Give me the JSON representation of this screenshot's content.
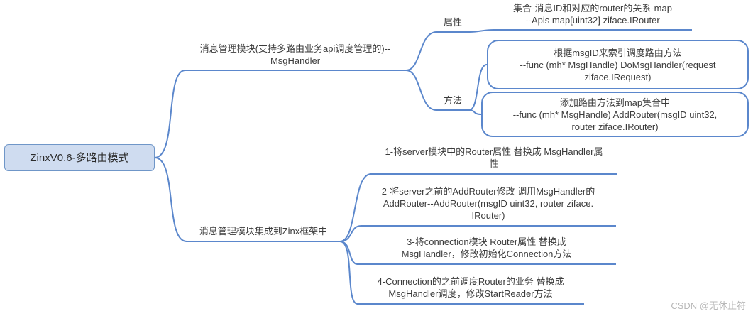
{
  "colors": {
    "line-color": "#5b87cc",
    "root-fill": "#cfdcf0",
    "root-border": "#6f96c8",
    "text-color": "#3c3c3c"
  },
  "map": {
    "root": {
      "label": "ZinxV0.6-多路由模式"
    },
    "branch_msg": {
      "lines": [
        "消息管理模块(支持多路由业务api调度管理的)--",
        "MsgHandler"
      ]
    },
    "attr": {
      "label": "属性"
    },
    "attr_child": {
      "lines": [
        "集合-消息ID和对应的router的关系-map",
        "--Apis map[uint32] ziface.IRouter"
      ]
    },
    "method": {
      "label": "方法"
    },
    "method_child1": {
      "lines": [
        "根据msgID来索引调度路由方法",
        "--func (mh* MsgHandle) DoMsgHandler(request",
        "ziface.IRequest)"
      ]
    },
    "method_child2": {
      "lines": [
        "添加路由方法到map集合中",
        "--func (mh* MsgHandle) AddRouter(msgID uint32,",
        "router ziface.IRouter)"
      ]
    },
    "branch_integrate": {
      "label": "消息管理模块集成到Zinx框架中"
    },
    "step1": {
      "lines": [
        "1-将server模块中的Router属性 替换成 MsgHandler属",
        "性"
      ]
    },
    "step2": {
      "lines": [
        "2-将server之前的AddRouter修改 调用MsgHandler的",
        "AddRouter--AddRouter(msgID uint32, router ziface.",
        "IRouter)"
      ]
    },
    "step3": {
      "lines": [
        "3-将connection模块 Router属性 替换成",
        "MsgHandler，修改初始化Connection方法"
      ]
    },
    "step4": {
      "lines": [
        "4-Connection的之前调度Router的业务 替换成",
        "MsgHandler调度，修改StartReader方法"
      ]
    }
  },
  "watermark": {
    "text": "CSDN @无休止符"
  }
}
